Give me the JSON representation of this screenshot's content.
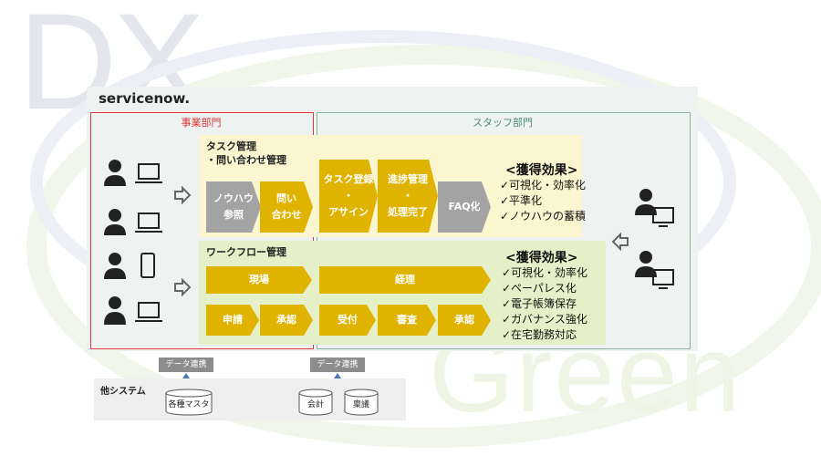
{
  "watermark": {
    "dx": "DX",
    "green": "Green"
  },
  "brand": "servicenow.",
  "depts": {
    "business": "事業部門",
    "staff": "スタッフ部門"
  },
  "task": {
    "title": "タスク管理\n・問い合わせ管理",
    "steps": [
      "ノウハウ\n参照",
      "問い\n合わせ",
      "タスク登録\n・\nアサイン",
      "進捗管理\n・\n処理完了",
      "FAQ化"
    ]
  },
  "flow": {
    "title": "ワークフロー管理",
    "genba": "現場",
    "keiri": "経理",
    "steps": [
      "申請",
      "承認",
      "受付",
      "審査",
      "承認"
    ]
  },
  "effects1": {
    "title": "<獲得効果>",
    "items": [
      "✓可視化・効率化",
      "✓平準化",
      "✓ノウハウの蓄積"
    ]
  },
  "effects2": {
    "title": "<獲得効果>",
    "items": [
      "✓可視化・効率化",
      "✓ペーパレス化",
      "✓電子帳簿保存",
      "✓ガバナンス強化",
      "✓在宅勤務対応"
    ]
  },
  "systems": {
    "label": "他システム",
    "link_tag": "データ連携",
    "db": [
      "各種マスタ",
      "会計",
      "稟議"
    ]
  },
  "colors": {
    "gold": "#e0b300",
    "red_border": "#e23b3b",
    "green_border": "#86b3a2"
  }
}
